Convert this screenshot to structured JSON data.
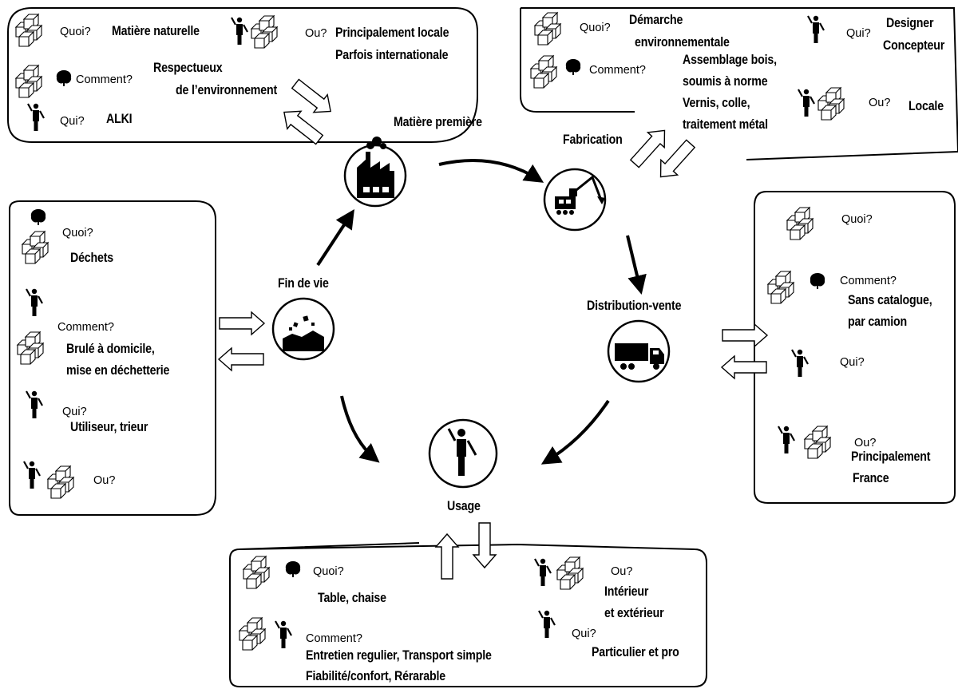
{
  "stages": {
    "matiere_premiere": "Matière première",
    "fabrication": "Fabrication",
    "distribution": "Distribution-vente",
    "fin_de_vie": "Fin de vie",
    "usage": "Usage"
  },
  "boxes": {
    "matiere_premiere": {
      "quoi_label": "Quoi?",
      "quoi_value": "Matière naturelle",
      "ou_label": "Ou?",
      "ou_value_1": "Principalement locale",
      "ou_value_2": "Parfois internationale",
      "comment_label": "Comment?",
      "comment_value_1": "Respectueux",
      "comment_value_2": "de l’environnement",
      "qui_label": "Qui?",
      "qui_value": "ALKI"
    },
    "fabrication": {
      "quoi_label": "Quoi?",
      "quoi_value_1": "Démarche",
      "quoi_value_2": "environnementale",
      "qui_label": "Qui?",
      "qui_value_1": "Designer",
      "qui_value_2": "Concepteur",
      "comment_label": "Comment?",
      "comment_value_1": "Assemblage bois,",
      "comment_value_2": "soumis à norme",
      "comment_value_3": "Vernis, colle,",
      "comment_value_4": "traitement métal",
      "ou_label": "Ou?",
      "ou_value": "Locale"
    },
    "fin_de_vie": {
      "quoi_label": "Quoi?",
      "quoi_value": "Déchets",
      "comment_label": "Comment?",
      "comment_value_1": "Brulé à domicile,",
      "comment_value_2": "mise en déchetterie",
      "qui_label": "Qui?",
      "qui_value": "Utiliseur, trieur",
      "ou_label": "Ou?"
    },
    "distribution": {
      "quoi_label": "Quoi?",
      "comment_label": "Comment?",
      "comment_value_1": "Sans catalogue,",
      "comment_value_2": "par camion",
      "qui_label": "Qui?",
      "ou_label": "Ou?",
      "ou_value_1": "Principalement",
      "ou_value_2": "France"
    },
    "usage": {
      "quoi_label": "Quoi?",
      "quoi_value": "Table, chaise",
      "comment_label": "Comment?",
      "comment_value_1": "Entretien regulier, Transport simple",
      "comment_value_2": "Fiabilité/confort, Rérarable",
      "ou_label": "Ou?",
      "ou_value_1": "Intérieur",
      "ou_value_2": "et extérieur",
      "qui_label": "Qui?",
      "qui_value": "Particulier et pro"
    }
  },
  "icons": [
    "cubes-icon",
    "person-icon",
    "tree-icon",
    "factory-icon",
    "excavator-icon",
    "truck-icon",
    "landfill-icon",
    "user-icon"
  ]
}
